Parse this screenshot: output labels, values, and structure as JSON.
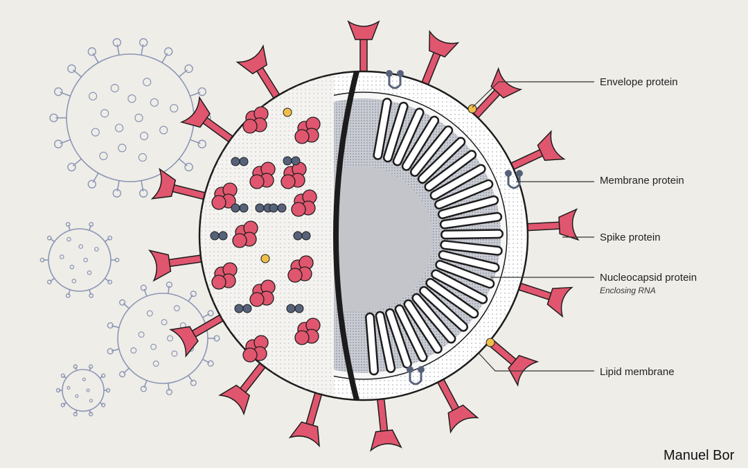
{
  "labels": {
    "envelope": "Envelope protein",
    "membrane": "Membrane protein",
    "spike": "Spike protein",
    "nucleocapsid": "Nucleocapsid protein",
    "nucleocapsid_sub": "Enclosing RNA",
    "lipid": "Lipid membrane"
  },
  "credit": "Manuel Bor",
  "colors": {
    "background": "#efede8",
    "spike": "#e0566e",
    "outline": "#1c1c1c",
    "membrane_dot": "#56627a",
    "envelope_dot": "#f0bf4a",
    "sketch": "#8a96b4"
  }
}
